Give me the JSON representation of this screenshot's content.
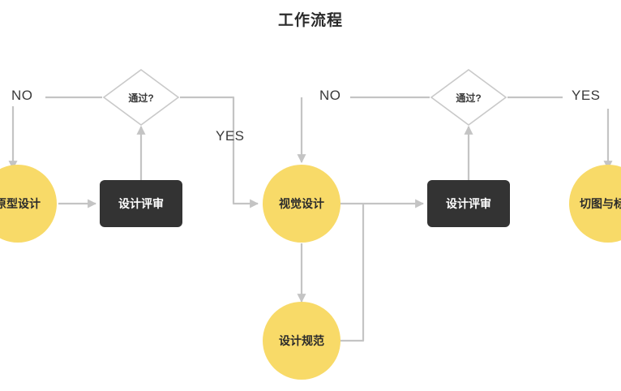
{
  "page": {
    "title": "工作流程",
    "background_color": "#ffffff"
  },
  "theme": {
    "accent_yellow": "#F8DA68",
    "dark_node": "#333333",
    "line_color": "#c4c4c4",
    "text_dark": "#2b2b2b",
    "text_light": "#ffffff"
  },
  "nodes": {
    "prototype_design": {
      "label": "原型设计",
      "shape": "circle",
      "color": "#F8DA68"
    },
    "design_review_1": {
      "label": "设计评审",
      "shape": "rounded-rect",
      "color": "#333333"
    },
    "decision_1": {
      "label": "通过?",
      "shape": "diamond",
      "color": "#ffffff"
    },
    "visual_design": {
      "label": "视觉设计",
      "shape": "circle",
      "color": "#F8DA68"
    },
    "design_spec": {
      "label": "设计规范",
      "shape": "circle",
      "color": "#F8DA68"
    },
    "design_review_2": {
      "label": "设计评审",
      "shape": "rounded-rect",
      "color": "#333333"
    },
    "decision_2": {
      "label": "通过?",
      "shape": "diamond",
      "color": "#ffffff"
    },
    "slice_annotate": {
      "label": "切图与标注",
      "shape": "circle",
      "color": "#F8DA68"
    }
  },
  "edge_labels": {
    "no_left": "NO",
    "yes_left": "YES",
    "no_right": "NO",
    "yes_right": "YES"
  }
}
